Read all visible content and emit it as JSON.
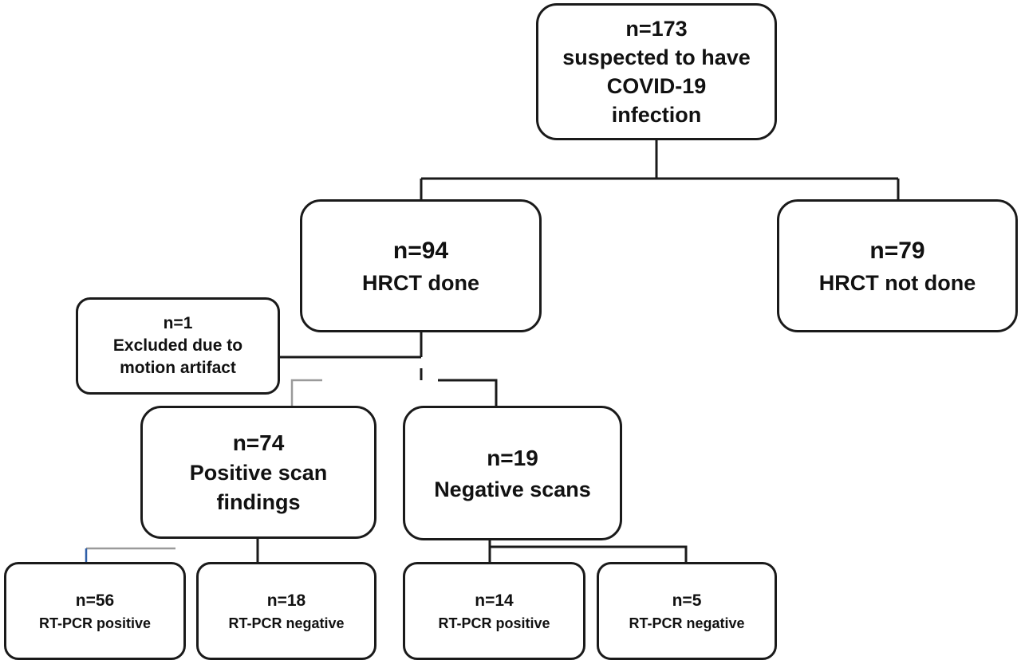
{
  "flowchart": {
    "root": {
      "count": "n=173",
      "label": "suspected to have COVID-19 infection"
    },
    "hrct_done": {
      "count": "n=94",
      "label": "HRCT done"
    },
    "hrct_not_done": {
      "count": "n=79",
      "label": "HRCT not done"
    },
    "excluded": {
      "count": "n=1",
      "label": "Excluded due to motion artifact"
    },
    "positive_scan": {
      "count": "n=74",
      "label": "Positive scan findings"
    },
    "negative_scan": {
      "count": "n=19",
      "label": "Negative scans"
    },
    "pos_rtpcr_positive": {
      "count": "n=56",
      "label": "RT-PCR positive"
    },
    "pos_rtpcr_negative": {
      "count": "n=18",
      "label": "RT-PCR negative"
    },
    "neg_rtpcr_positive": {
      "count": "n=14",
      "label": "RT-PCR positive"
    },
    "neg_rtpcr_negative": {
      "count": "n=5",
      "label": "RT-PCR negative"
    }
  },
  "colors": {
    "line": "#1a1a1a",
    "accent_line": "#2f5fa8",
    "box_border": "#1a1a1a",
    "background": "#ffffff"
  }
}
